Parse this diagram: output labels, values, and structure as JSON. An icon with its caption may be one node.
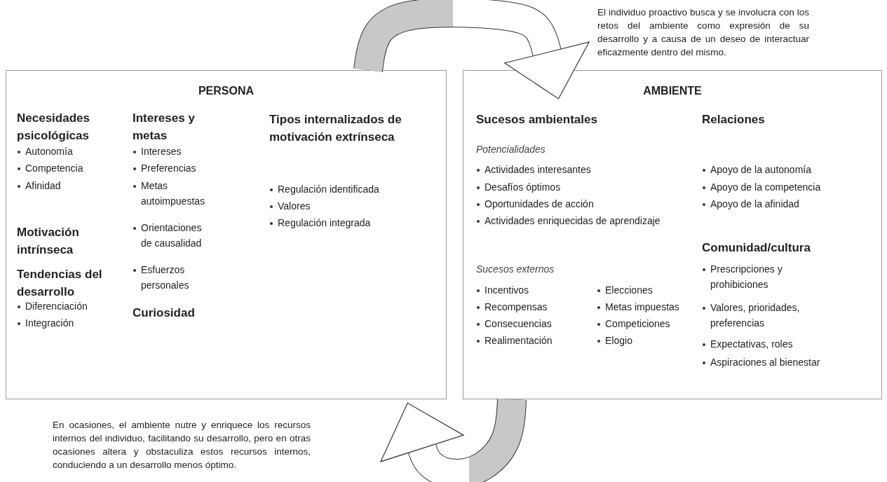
{
  "diagram": {
    "nodes": [
      {
        "text": [
          "PERSONA",
          "Necesidades psicológicas",
          "Autonomía",
          "Competencia",
          "Afinidad",
          "Motivación intrínseca",
          "Tendencias del desarrollo",
          "Diferenciación",
          "Integración",
          "Intereses y metas",
          "Intereses",
          "Preferencias",
          "Metas autoimpuestas",
          "Orientaciones de causalidad",
          "Esfuerzos personales",
          "Curiosidad",
          "Tipos internalizados de motivación extrínseca",
          "Regulación identificada",
          "Valores",
          "Regulación integrada"
        ]
      },
      {
        "text": [
          "AMBIENTE",
          "Sucesos ambientales",
          "Potencialidades",
          "Actividades interesantes",
          "Desafíos óptimos",
          "Oportunidades de acción",
          "Actividades enriquecidas de aprendizaje",
          "Sucesos externos",
          "Incentivos",
          "Recompensas",
          "Consecuencias",
          "Realimentación",
          "Elecciones",
          "Metas impuestas",
          "Competiciones",
          "Elogio",
          "Relaciones",
          "Apoyo de la autonomía",
          "Apoyo de la competencia",
          "Apoyo de la afinidad",
          "Comunidad/cultura",
          "Prescripciones y prohibiciones",
          "Valores, prioridades, preferencias",
          "Expectativas, roles",
          "Aspiraciones al bienestar"
        ]
      }
    ],
    "edges": [
      {
        "from": 0,
        "to": 1,
        "arrow": "to"
      },
      {
        "from": 1,
        "to": 0,
        "arrow": "to"
      }
    ],
    "labels": [
      "El individuo proactivo busca y se involucra con los retos del ambiente como expresión de su desarrollo y a causa de un deseo de interactuar eficazmente dentro del mismo.",
      "En ocasiones, el ambiente nutre y enriquece los recursos internos del individuo, facilitando su desarrollo, pero en otras ocasiones altera y obstaculiza estos recursos internos, conduciendo a un desarrollo menos óptimo."
    ]
  }
}
